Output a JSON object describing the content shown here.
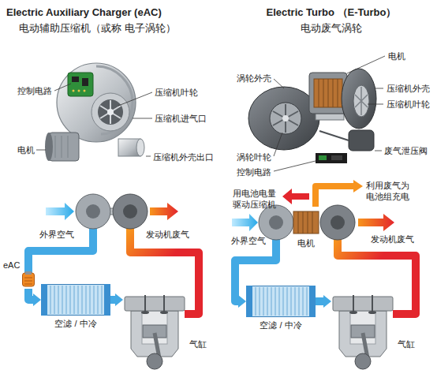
{
  "diagram": {
    "nodes": [
      {
        "text": [
          "eAC"
        ]
      },
      {
        "text": [
          "空滤 / 中冷"
        ]
      },
      {
        "text": [
          "气缸"
        ]
      },
      {
        "text": [
          "空滤 / 中冷"
        ]
      },
      {
        "text": [
          "气缸"
        ]
      }
    ],
    "edges": [
      {
        "from": 0,
        "to": 1,
        "arrow": "to"
      },
      {
        "from": 1,
        "to": 2,
        "arrow": "to"
      },
      {
        "from": 3,
        "to": 4,
        "arrow": "to"
      }
    ],
    "labels": [
      "Electric Auxiliary Charger (eAC)",
      "电动辅助压缩机（或称 电子涡轮）",
      "Electric Turbo （E-Turbo）",
      "电动废气涡轮",
      "控制电路",
      "压缩机叶轮",
      "压缩机进气口",
      "电机",
      "压缩机外壳出口",
      "电机",
      "涡轮外壳",
      "压缩机外壳",
      "压缩机叶轮",
      "涡轮叶轮",
      "废气泄压阀",
      "控制电路",
      "外界空气",
      "发动机废气",
      "用电池电量驱动压缩机",
      "利用废气为电池组充电",
      "外界空气",
      "电机",
      "发动机废气"
    ]
  }
}
